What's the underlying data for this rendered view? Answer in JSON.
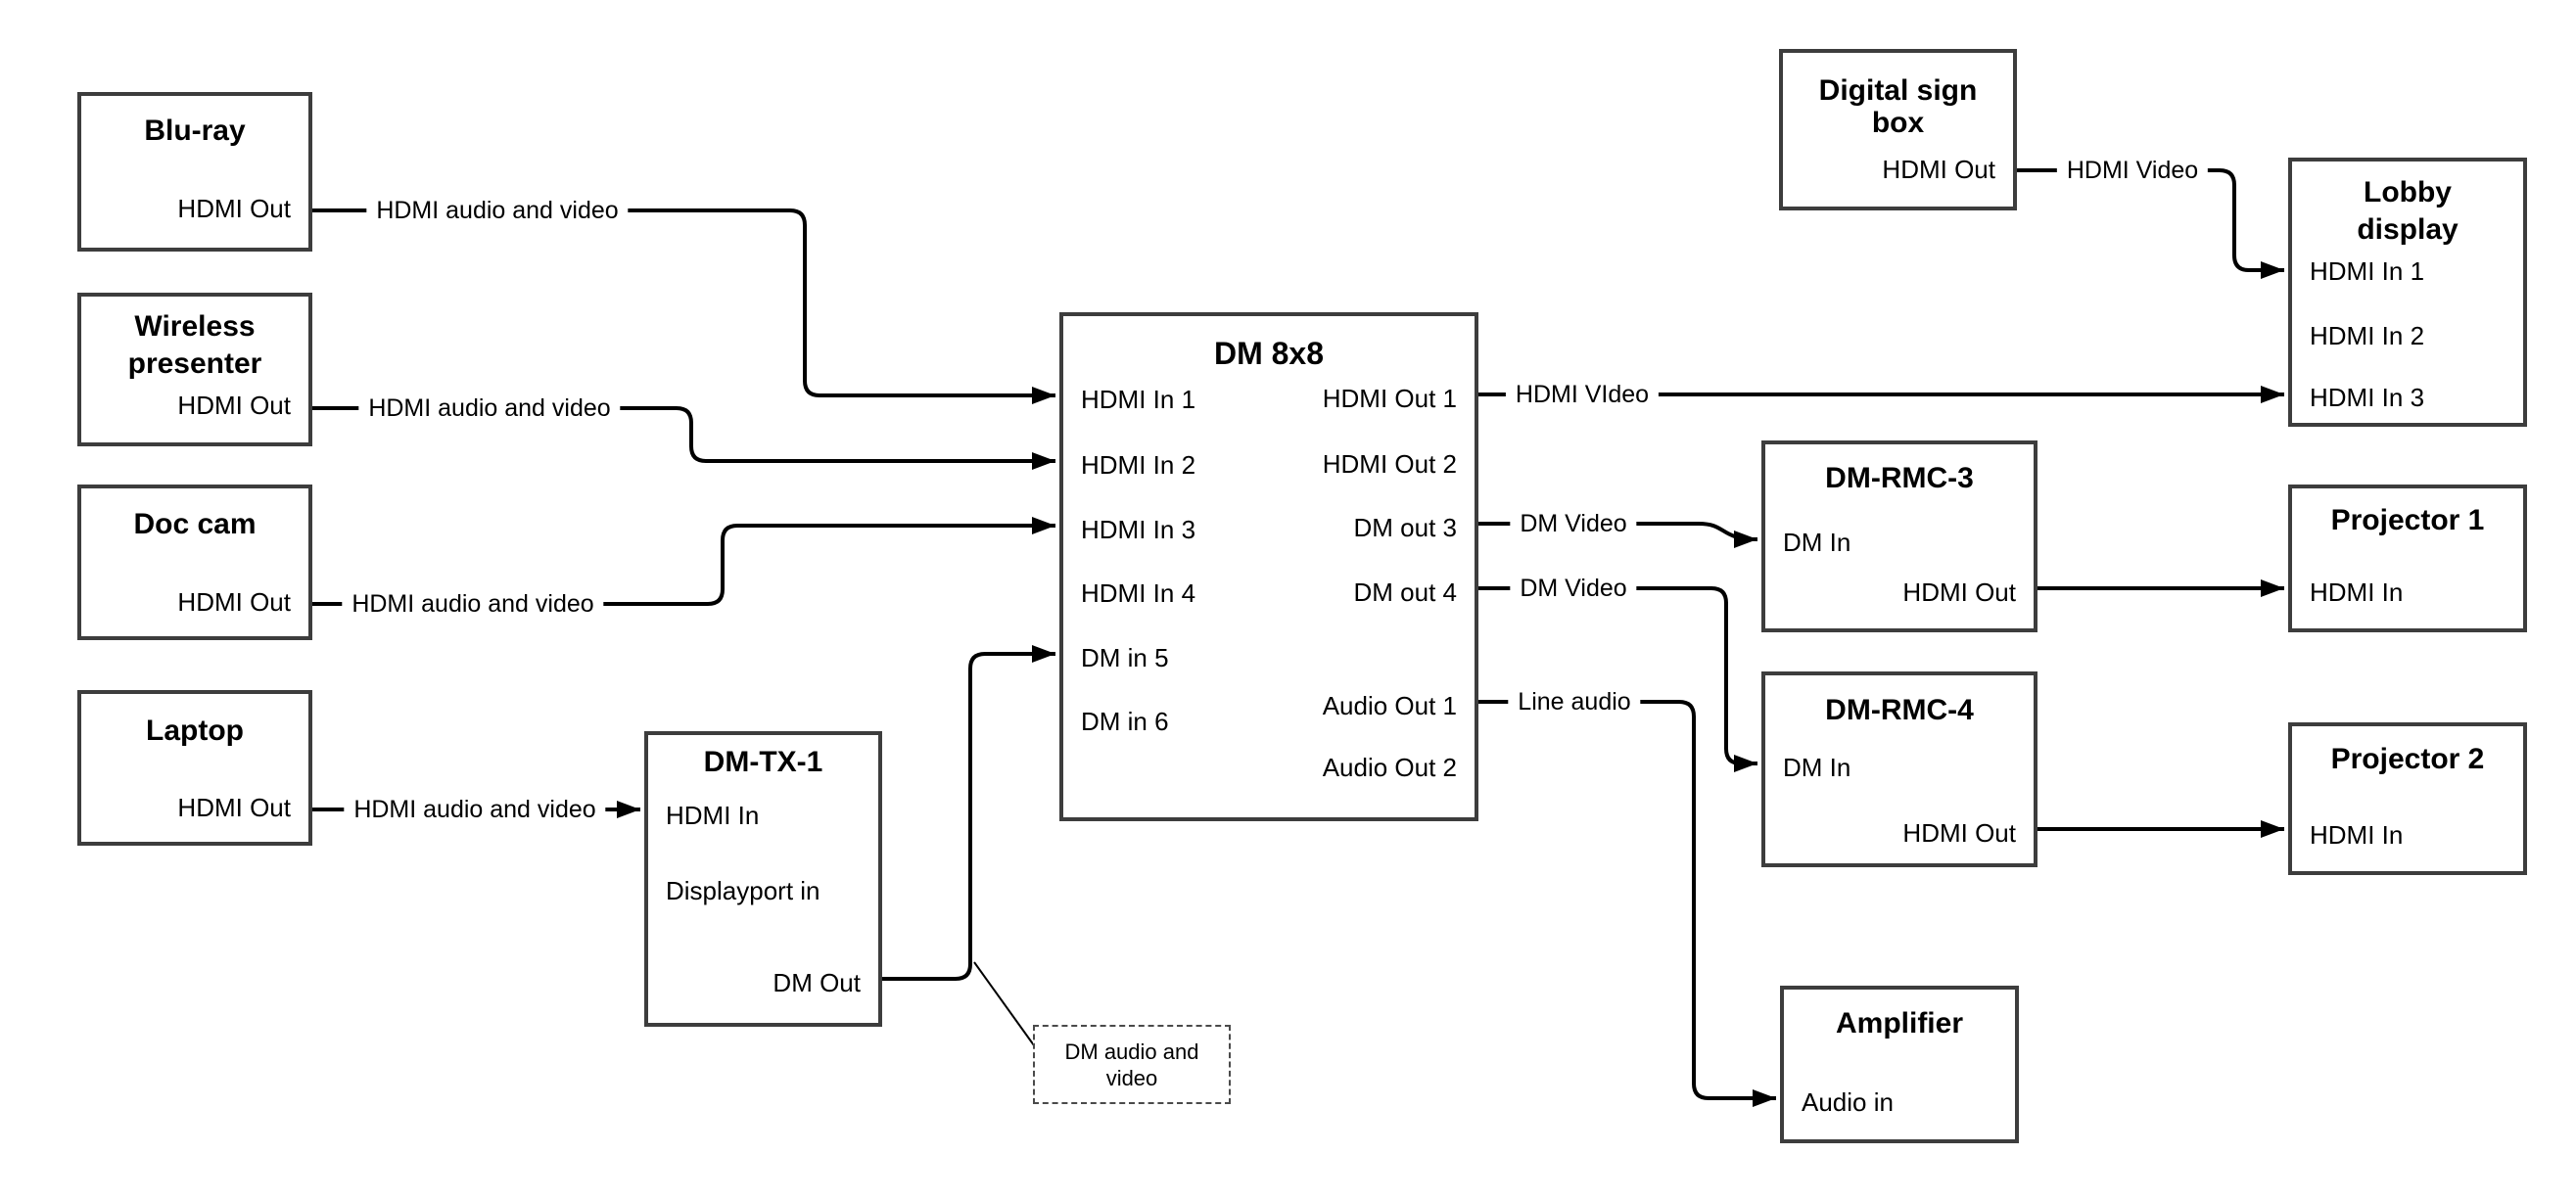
{
  "colors": {
    "wire": "#000000",
    "box_border": "#3d3d3d",
    "text": "#000000"
  },
  "nodes": {
    "bluray": {
      "title": [
        "Blu-ray"
      ],
      "ports": [
        {
          "label": "HDMI Out"
        }
      ]
    },
    "wireless": {
      "title": [
        "Wireless",
        "presenter"
      ],
      "ports": [
        {
          "label": "HDMI Out"
        }
      ]
    },
    "doccam": {
      "title": [
        "Doc cam"
      ],
      "ports": [
        {
          "label": "HDMI Out"
        }
      ]
    },
    "laptop": {
      "title": [
        "Laptop"
      ],
      "ports": [
        {
          "label": "HDMI Out"
        }
      ]
    },
    "dmtx1": {
      "title": [
        "DM-TX-1"
      ],
      "ports": [
        {
          "label": "HDMI In"
        },
        {
          "label": "Displayport in"
        },
        {
          "label": "DM Out"
        }
      ]
    },
    "dm8x8": {
      "title": [
        "DM 8x8"
      ],
      "ports_left": [
        {
          "label": "HDMI In 1"
        },
        {
          "label": "HDMI In 2"
        },
        {
          "label": "HDMI In 3"
        },
        {
          "label": "HDMI In 4"
        },
        {
          "label": "DM in 5"
        },
        {
          "label": "DM in 6"
        }
      ],
      "ports_right": [
        {
          "label": "HDMI Out 1"
        },
        {
          "label": "HDMI Out 2"
        },
        {
          "label": "DM out 3"
        },
        {
          "label": "DM out 4"
        },
        {
          "label": "Audio Out 1"
        },
        {
          "label": "Audio Out 2"
        }
      ]
    },
    "digitalsign": {
      "title": [
        "Digital sign",
        "box"
      ],
      "ports": [
        {
          "label": "HDMI Out"
        }
      ]
    },
    "lobby": {
      "title": [
        "Lobby",
        "display"
      ],
      "ports": [
        {
          "label": "HDMI In 1"
        },
        {
          "label": "HDMI In 2"
        },
        {
          "label": "HDMI In 3"
        }
      ]
    },
    "rmc3": {
      "title": [
        "DM-RMC-3"
      ],
      "ports": [
        {
          "label": "DM In"
        },
        {
          "label": "HDMI Out"
        }
      ]
    },
    "proj1": {
      "title": [
        "Projector 1"
      ],
      "ports": [
        {
          "label": "HDMI In"
        }
      ]
    },
    "rmc4": {
      "title": [
        "DM-RMC-4"
      ],
      "ports": [
        {
          "label": "DM In"
        },
        {
          "label": "HDMI Out"
        }
      ]
    },
    "proj2": {
      "title": [
        "Projector 2"
      ],
      "ports": [
        {
          "label": "HDMI In"
        }
      ]
    },
    "amplifier": {
      "title": [
        "Amplifier"
      ],
      "ports": [
        {
          "label": "Audio in"
        }
      ]
    }
  },
  "wire_labels": {
    "bluray_av": "HDMI audio and video",
    "wireless_av": "HDMI audio and video",
    "doccam_av": "HDMI audio and video",
    "laptop_av": "HDMI audio and video",
    "out1_video": "HDMI VIdeo",
    "sign_video": "HDMI Video",
    "dm_video_3": "DM Video",
    "dm_video_4": "DM Video",
    "line_audio": "Line audio"
  },
  "note": {
    "text": [
      "DM audio and",
      "video"
    ]
  }
}
